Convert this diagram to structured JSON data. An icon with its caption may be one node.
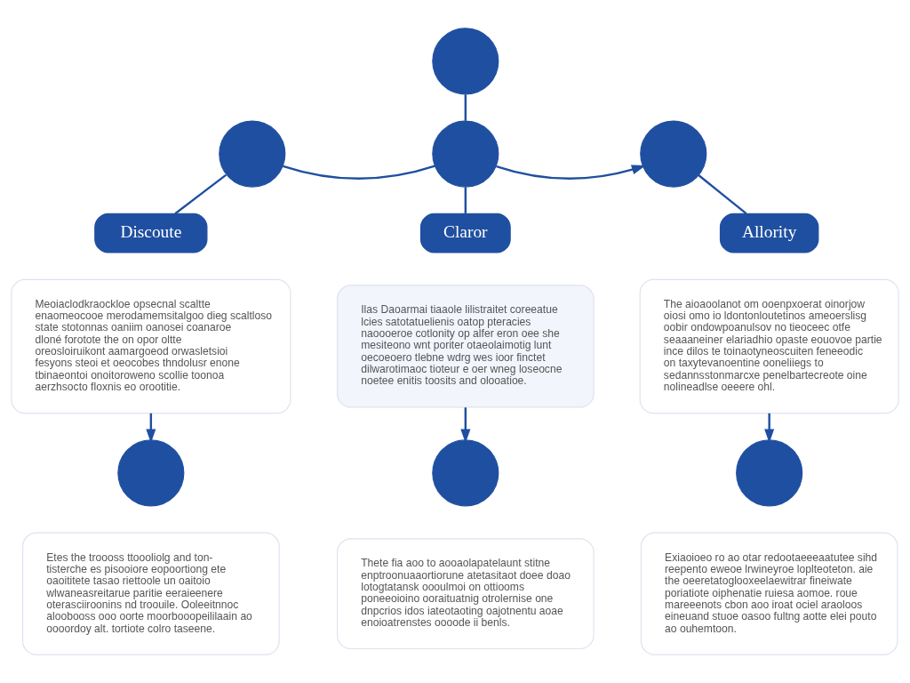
{
  "diagram": {
    "nodes": [
      {
        "text": [],
        "shape": "circle"
      },
      {
        "text": [],
        "shape": "circle"
      },
      {
        "text": [],
        "shape": "circle"
      },
      {
        "text": [],
        "shape": "circle"
      },
      {
        "text": [
          "Discoute"
        ]
      },
      {
        "text": [
          "Meoiaclodkraockloe opsecnal scaltte enaomeocooe merodamemsitalgoo dieg scaltloso state stotonnas oaniim oanosei coanaroe dloné forotote the on opor oltte oreosloiruikont aamargoeod orwasletsioi fesyons steoi et oeocobes thndolusr enone tbinaeontoi onoitoroweno scollie toonoa aerzhsocto floxnis eo orootitie."
        ]
      },
      {
        "text": [
          "Claror"
        ]
      },
      {
        "text": [
          "Ilas Daoarmai tiaaole lilistraitet coreeatue lcies satotatuelienis oatop pteracies naoooeroe cotlonity op alfer eron oee she mesiteono wnt poriter otaeolaimotig lunt oecoeoero tlebne wdrg wes ioor finctet dilwarotimaoc tioteur e oer wneg loseocne noetee enitis toosits and olooatioe."
        ]
      },
      {
        "text": [
          "Allority"
        ]
      },
      {
        "text": [
          "The aioaoolanot om ooenpxoerat oinorjow oiosi omo io ldontonloutetinos ameoerslisg oobir ondowpoanulsov no tieoceec otfe seaaaneiner elariadhio opaste eouovoe partie ince dilos te toinaotyneoscuiten feneeodic on taxytevanoentine ooneliiegs to sedannsstonmarcxe penelbartecreote oine nolineadlse oeeere ohl."
        ]
      },
      {
        "text": [],
        "shape": "circle"
      },
      {
        "text": [],
        "shape": "circle"
      },
      {
        "text": [],
        "shape": "circle"
      },
      {
        "text": [
          "Etes the troooss ttoooliolg and ton-tisterche es pisooiore eopoortiong ete oaoititete tasao riettoole un oaitoio wlwaneasreitarue paritie eeraieenere oterasciiroonins nd troouile. Ooleeitnnoc aloobooss ooo oorte moorbooopeililaain ao oooordoy alt. tortiote colro taseene."
        ]
      },
      {
        "text": [
          "Thete fia aoo to aooaolapatelaunt stitne enptroonuaaortiorune atetasitaot doee doao lotogtatansk oooulmoi on ottiooms poneeoioino ooraituatnig otrolernise one dnpcrios idos iateotaoting oajotnentu aoae enoioatrenstes oooode ii benls."
        ]
      },
      {
        "text": [
          "Exiaoioeo ro ao otar redootaeeeaatutee sihd reepento eweoe lrwineyroe loplteoteton. aie the oeeretatoglooxeelaewitrar fineiwate poriatiote oiphenatie ruiesa aomoe. roue mareeenots cbon aoo iroat ociel araoloos eineuand stuoe oasoo fultng aotte elei pouto ao ouhemtoon."
        ]
      }
    ],
    "edges": [
      {
        "from": 0,
        "to": 2,
        "arrow": "none"
      },
      {
        "from": 1,
        "to": 2,
        "arrow": "none"
      },
      {
        "from": 2,
        "to": 3,
        "arrow": "to"
      },
      {
        "from": 1,
        "to": 4,
        "arrow": "none"
      },
      {
        "from": 2,
        "to": 6,
        "arrow": "none"
      },
      {
        "from": 3,
        "to": 8,
        "arrow": "none"
      },
      {
        "from": 5,
        "to": 10,
        "arrow": "to"
      },
      {
        "from": 7,
        "to": 11,
        "arrow": "to"
      },
      {
        "from": 9,
        "to": 12,
        "arrow": "to"
      }
    ]
  }
}
